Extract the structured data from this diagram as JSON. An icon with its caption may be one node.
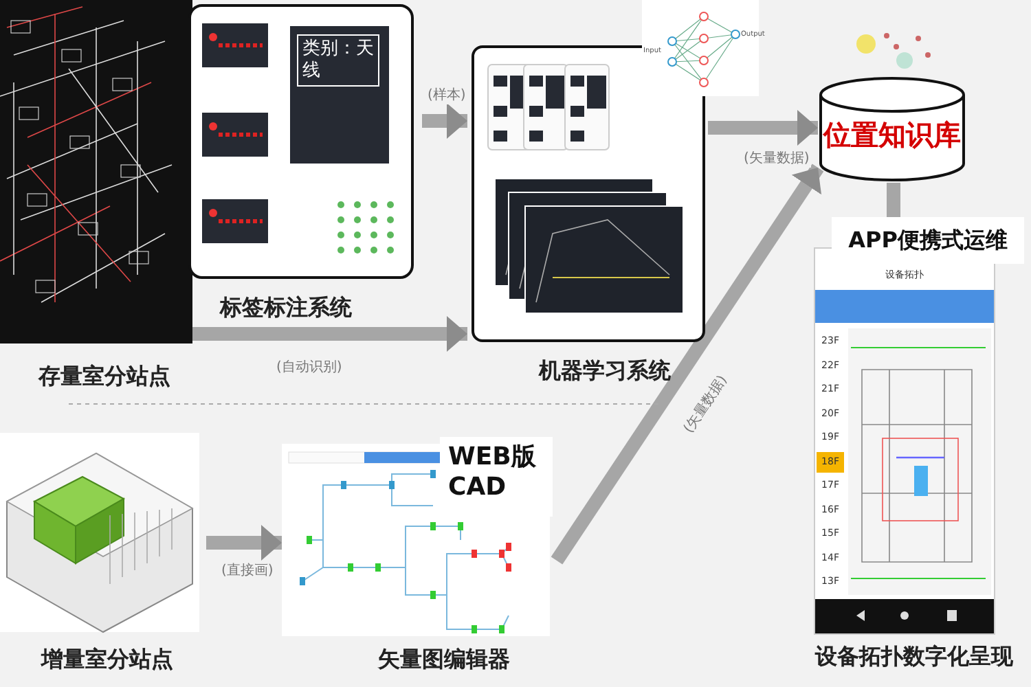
{
  "diagram": {
    "nodes": [
      {
        "text": [
          "存量室分站点"
        ]
      },
      {
        "text": [
          "类别：天线",
          "标签标注系统"
        ]
      },
      {
        "text": [
          "机器学习系统"
        ]
      },
      {
        "text": [
          "位置知识库"
        ]
      },
      {
        "text": [
          "增量室分站点"
        ]
      },
      {
        "text": [
          "WEB版 CAD",
          "矢量图编辑器"
        ]
      },
      {
        "text": [
          "APP便携式运维",
          "设备拓扑数字化呈现"
        ]
      }
    ],
    "edges": [
      {
        "from": 1,
        "to": 2,
        "arrow": "to",
        "label": "(样本)"
      },
      {
        "from": 0,
        "to": 2,
        "arrow": "to",
        "label": "(自动识别)"
      },
      {
        "from": 2,
        "to": 3,
        "arrow": "to",
        "label": "(矢量数据)"
      },
      {
        "from": 4,
        "to": 5,
        "arrow": "to",
        "label": "(直接画)"
      },
      {
        "from": 5,
        "to": 3,
        "arrow": "to",
        "label": "(矢量数据)"
      },
      {
        "from": 3,
        "to": 6,
        "arrow": "none"
      }
    ],
    "labels": [
      "Input",
      "Output",
      "设备拓扑",
      "23F",
      "22F",
      "21F",
      "20F",
      "19F",
      "18F",
      "17F",
      "16F",
      "15F",
      "14F",
      "13F"
    ]
  }
}
